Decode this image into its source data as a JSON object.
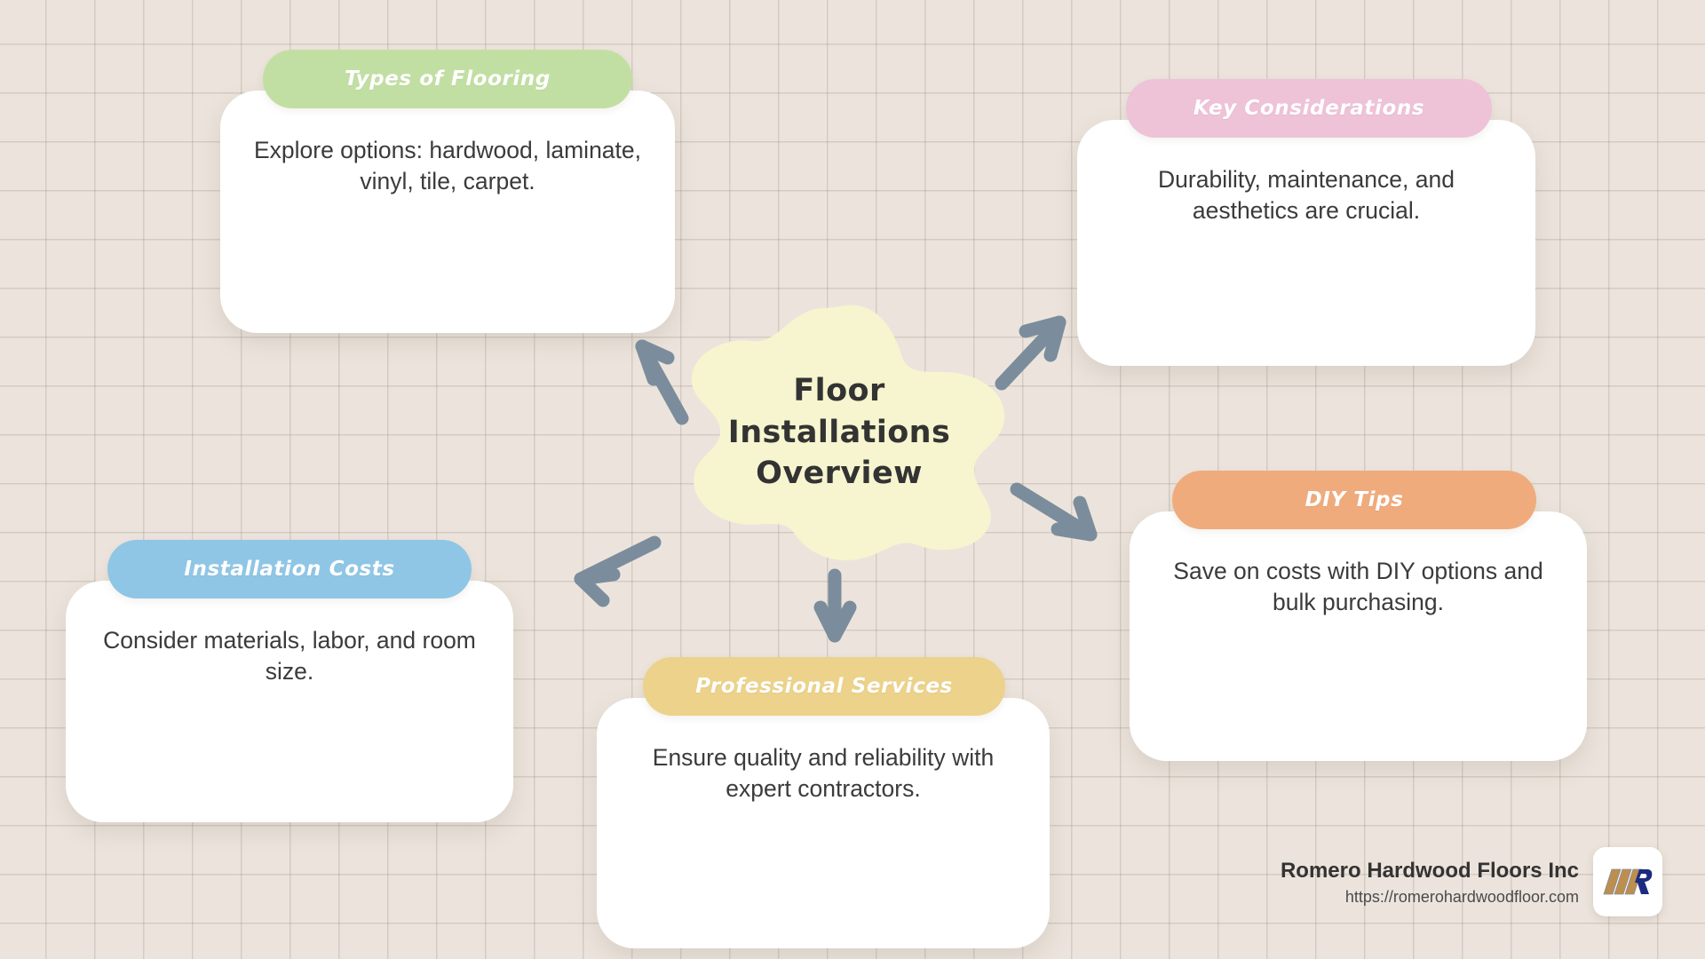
{
  "theme": {
    "background_color": "#ece4dc",
    "grid_line_color": "#968c82",
    "arrow_color": "#7b8d9c",
    "center_blob_color": "#f6f5cf",
    "center_text_color": "#333333",
    "card_body_color": "#ffffff",
    "card_text_color": "#3b3b3b"
  },
  "center": {
    "title_lines": [
      "Floor",
      "Installations",
      "Overview"
    ],
    "title_full": "Floor Installations Overview"
  },
  "cards": [
    {
      "id": "types",
      "title": "Types of Flooring",
      "text": "Explore options: hardwood, laminate, vinyl, tile, carpet.",
      "header_color": "#c2dfa3",
      "position": "top-left"
    },
    {
      "id": "key",
      "title": "Key Considerations",
      "text": "Durability, maintenance, and aesthetics are crucial.",
      "header_color": "#eec2d7",
      "position": "top-right"
    },
    {
      "id": "costs",
      "title": "Installation Costs",
      "text": "Consider materials, labor, and room size.",
      "header_color": "#8fc6e6",
      "position": "bottom-left"
    },
    {
      "id": "pro",
      "title": "Professional Services",
      "text": "Ensure quality and reliability with expert contractors.",
      "header_color": "#ecd28a",
      "position": "bottom-center"
    },
    {
      "id": "diy",
      "title": "DIY Tips",
      "text": "Save on costs with DIY options and bulk purchasing.",
      "header_color": "#f0ab7c",
      "position": "right"
    }
  ],
  "arrows": [
    {
      "name": "arrow-to-types",
      "direction": "up-left"
    },
    {
      "name": "arrow-to-key",
      "direction": "up-right"
    },
    {
      "name": "arrow-to-costs",
      "direction": "down-left"
    },
    {
      "name": "arrow-to-diy",
      "direction": "down-right"
    },
    {
      "name": "arrow-to-pro",
      "direction": "down"
    }
  ],
  "branding": {
    "company_name": "Romero Hardwood Floors Inc",
    "website": "https://romerohardwoodfloor.com",
    "logo_icon": "romero-hardwood-floors-logo",
    "logo_plank_color": "#bc8f4e",
    "logo_letter_color": "#1c2b80"
  }
}
